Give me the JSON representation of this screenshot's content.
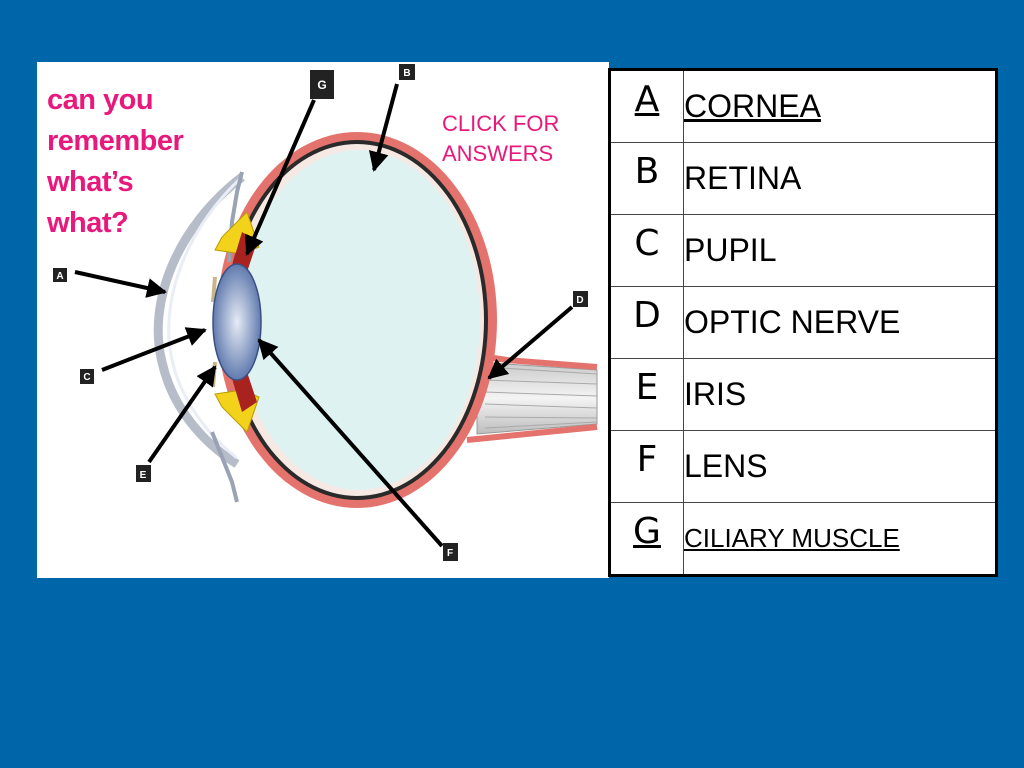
{
  "colors": {
    "background": "#0066aa",
    "accent_pink": "#e8197c",
    "sclera_red": "#e4736e",
    "vitreous": "#dff2f2",
    "muscle_yellow": "#f2d21a"
  },
  "diagram": {
    "question": [
      "can you",
      "remember",
      "what’s",
      "what?"
    ],
    "answers_link": [
      "CLICK FOR",
      "ANSWERS"
    ],
    "markers": {
      "a": "A",
      "b": "B",
      "c": "C",
      "d": "D",
      "e": "E",
      "f": "F",
      "g": "G"
    }
  },
  "answer_table": {
    "rows": [
      {
        "letter": "A",
        "name": "CORNEA"
      },
      {
        "letter": "B",
        "name": "RETINA"
      },
      {
        "letter": "C",
        "name": "PUPIL"
      },
      {
        "letter": "D",
        "name": "OPTIC NERVE"
      },
      {
        "letter": "E",
        "name": "IRIS"
      },
      {
        "letter": "F",
        "name": "LENS"
      },
      {
        "letter": "G",
        "name": "CILIARY MUSCLE"
      }
    ]
  }
}
